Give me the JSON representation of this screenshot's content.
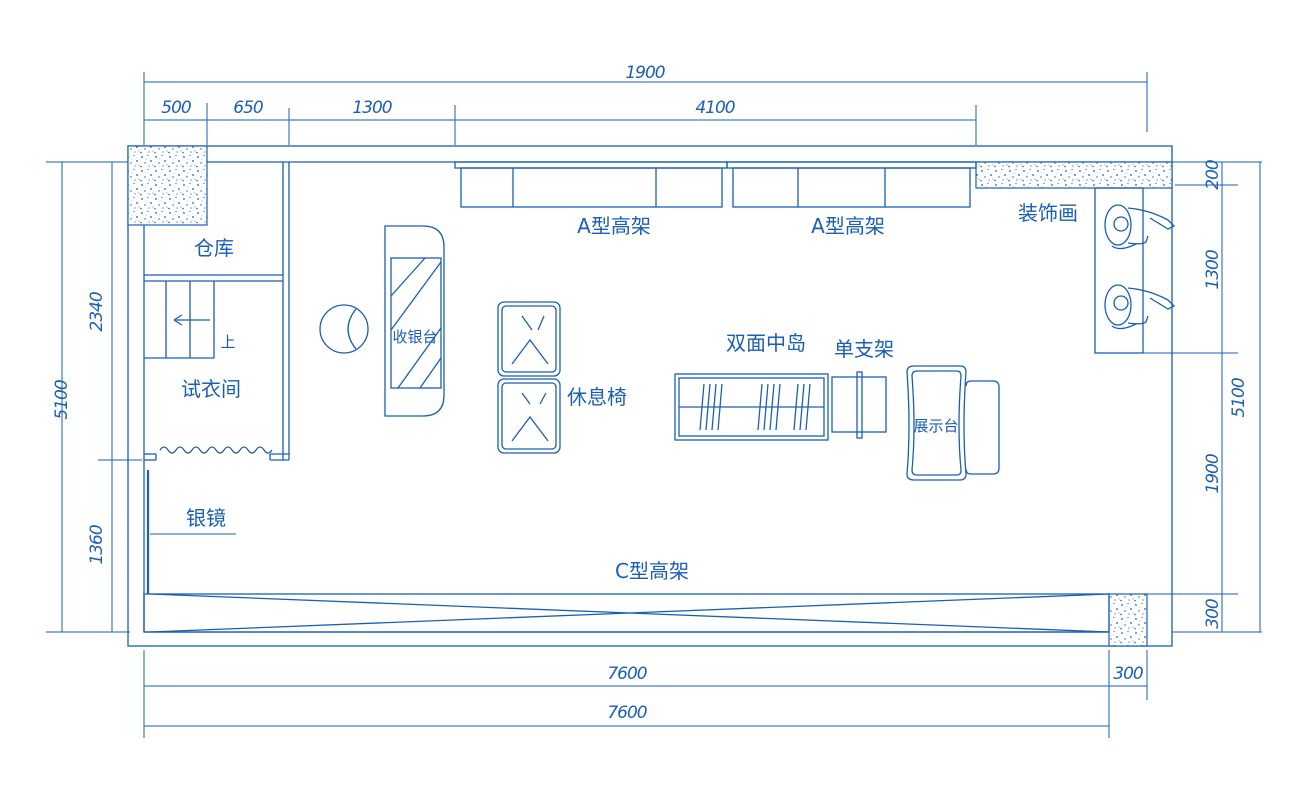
{
  "colors": {
    "line": "#1a5fb4",
    "background": "#ffffff"
  },
  "dimensions": {
    "top_total": "1900",
    "top_segments": [
      "500",
      "650",
      "1300",
      "4100"
    ],
    "bottom_total_1": "7600",
    "bottom_total_2": "7600",
    "bottom_right": "300",
    "left_total": "5100",
    "left_upper": "2340",
    "left_lower": "1360",
    "right_total": "5100",
    "right_segments": [
      "200",
      "1300",
      "1900",
      "300"
    ]
  },
  "labels": {
    "warehouse": "仓库",
    "stairs_up": "上",
    "fitting_room": "试衣间",
    "mirror": "银镜",
    "cashier": "收银台",
    "rest_chair": "休息椅",
    "shelf_a_left": "A型高架",
    "shelf_a_right": "A型高架",
    "double_island": "双面中岛",
    "single_rack": "单支架",
    "display_table": "展示台",
    "decor_painting": "装饰画",
    "shelf_c": "C型高架"
  }
}
